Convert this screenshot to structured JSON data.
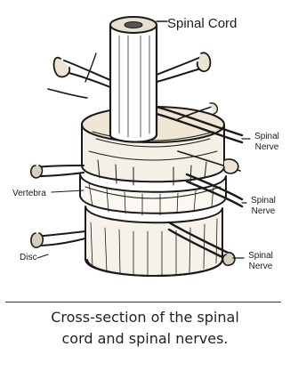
{
  "labels": {
    "spinal_cord": "Spinal Cord",
    "spinal_nerve_1": [
      "Spinal",
      "Nerve"
    ],
    "spinal_nerve_2": [
      "Spinal",
      "Nerve"
    ],
    "spinal_nerve_3": [
      "Spinal",
      "Nerve"
    ],
    "vertebra": "Vertebra",
    "disc": "Disc"
  },
  "caption": {
    "line1": "Cross-section of the spinal",
    "line2": "cord and spinal nerves."
  }
}
